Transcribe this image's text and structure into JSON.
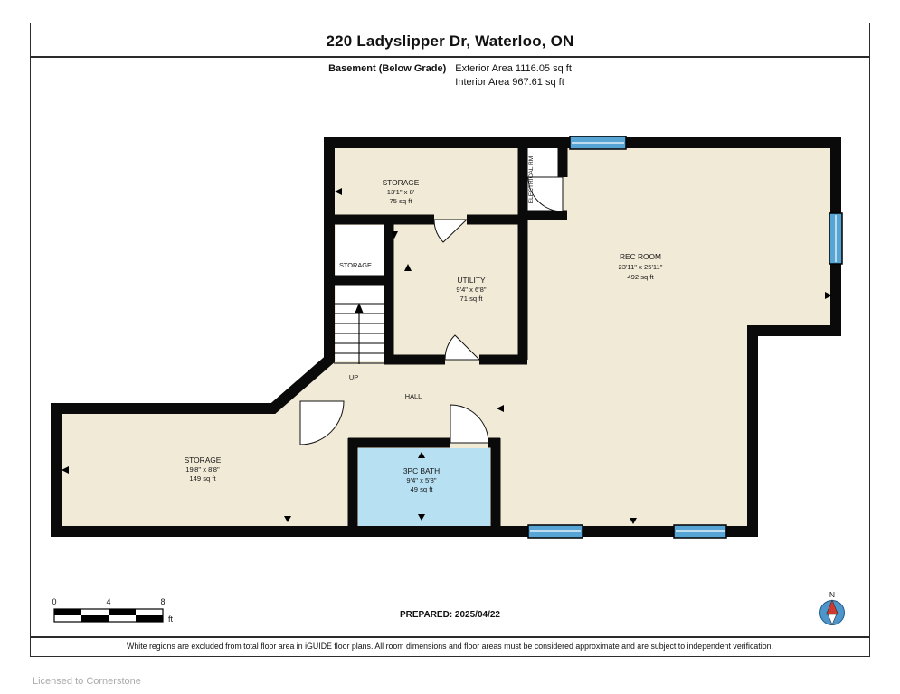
{
  "header": {
    "title": "220 Ladyslipper Dr, Waterloo, ON",
    "floor_label": "Basement (Below Grade)",
    "exterior_area": "Exterior Area 1116.05 sq ft",
    "interior_area": "Interior Area 967.61 sq ft"
  },
  "rooms": {
    "storage_upper": {
      "name": "STORAGE",
      "dims": "13'1\" x 8'",
      "area": "75 sq ft"
    },
    "storage_closet": {
      "name": "STORAGE"
    },
    "utility": {
      "name": "UTILITY",
      "dims": "9'4\" x 6'8\"",
      "area": "71 sq ft"
    },
    "electrical": {
      "name": "ELECTRICAL RM"
    },
    "rec_room": {
      "name": "REC ROOM",
      "dims": "23'11\" x 25'11\"",
      "area": "492 sq ft"
    },
    "hall": {
      "name": "HALL"
    },
    "stairs": {
      "label": "UP"
    },
    "storage_lower": {
      "name": "STORAGE",
      "dims": "19'8\" x 8'8\"",
      "area": "149 sq ft"
    },
    "bath": {
      "name": "3PC BATH",
      "dims": "9'4\" x 5'8\"",
      "area": "49 sq ft"
    }
  },
  "scale_bar": {
    "labels": [
      "0",
      "4",
      "8"
    ],
    "unit": "ft"
  },
  "compass": {
    "label": "N"
  },
  "footer": {
    "prepared": "PREPARED: 2025/04/22",
    "disclaimer": "White regions are excluded from total floor area in iGUIDE floor plans. All room dimensions and floor areas must be considered approximate and are subject to independent verification.",
    "license": "Licensed to Cornerstone"
  },
  "colors": {
    "floor_fill": "#F1EAD7",
    "bath_fill": "#B7E0F3",
    "window_fill": "#57A5D4",
    "wall": "#0A0A0A",
    "compass_blue": "#4D96CC",
    "compass_red": "#CE3A30"
  }
}
